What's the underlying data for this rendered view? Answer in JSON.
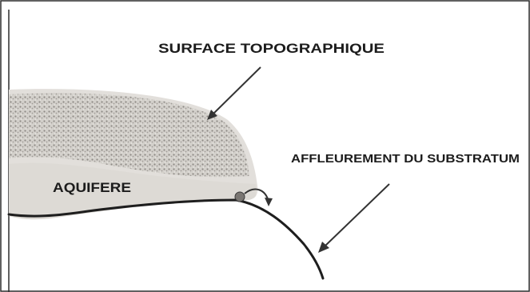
{
  "labels": {
    "surface": "SURFACE  TOPOGRAPHIQUE",
    "aquifer": "AQUIFERE",
    "outcrop": "AFFLEUREMENT DU SUBSTRATUM"
  },
  "colors": {
    "frame": "#2b2b2b",
    "aquifer_fill": "#d9d6d2",
    "grain_dark": "#8f8b86",
    "grain_light": "#f3f1ee",
    "bedrock_line": "#1e1e1e",
    "arrow": "#333333",
    "spring_dot": "#7a7672"
  },
  "icons": {
    "surface_arrow": "arrow-down-left",
    "outcrop_arrow": "arrow-down-left",
    "spring_marker": "dot-with-curved-arrow"
  }
}
